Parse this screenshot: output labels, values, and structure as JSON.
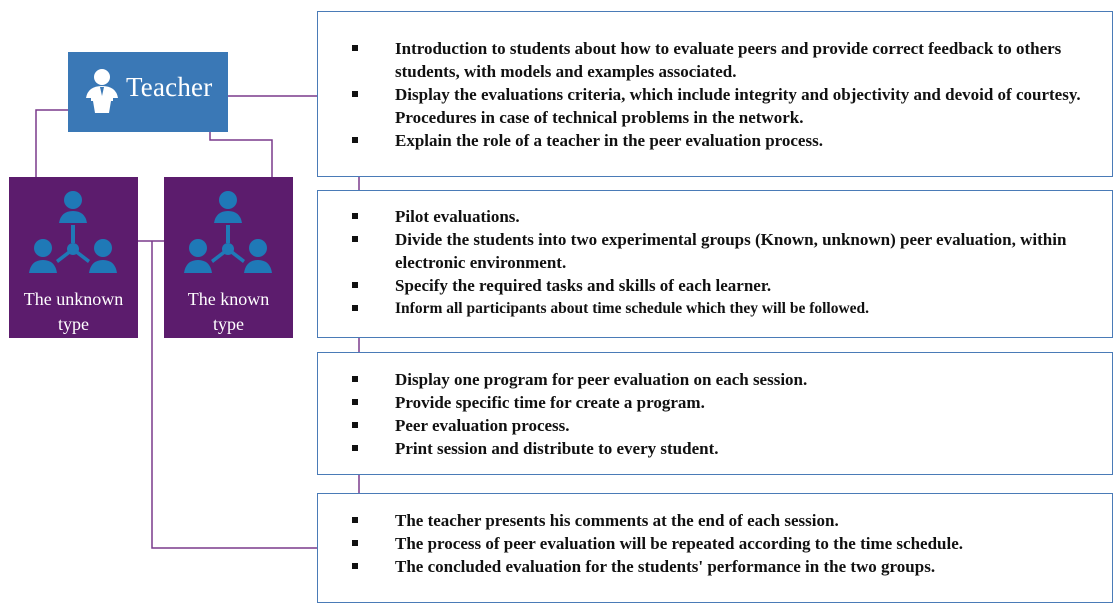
{
  "teacher": {
    "label": "Teacher",
    "icon": "teacher-at-podium-icon",
    "color": "#3a78b6"
  },
  "groups": [
    {
      "label": "The unknown\ntype",
      "icon": "student-group-icon",
      "color": "#5c1c6d"
    },
    {
      "label": "The known\ntype",
      "icon": "student-group-icon",
      "color": "#5c1c6d"
    }
  ],
  "steps": [
    {
      "items": [
        "Introduction to students about how to evaluate peers and provide correct feedback to others students, with models and examples associated.",
        "Display the evaluations criteria, which include integrity and objectivity and devoid of courtesy. Procedures in case of technical problems in the network.",
        "Explain the role of a teacher in the peer evaluation process."
      ]
    },
    {
      "items": [
        "Pilot evaluations.",
        "Divide the students into two experimental groups (Known, unknown) peer evaluation, within electronic environment.",
        "Specify the required tasks and skills of each learner.",
        "Inform all participants about time schedule which they will be followed."
      ]
    },
    {
      "items": [
        "Display one program for peer evaluation on each session.",
        "Provide specific time for create a program.",
        "Peer evaluation process.",
        "Print session and distribute to every student."
      ]
    },
    {
      "items": [
        "The teacher presents his comments at the end of each session.",
        "The process of peer evaluation will be repeated according to the time schedule.",
        "The concluded evaluation for the students' performance in the two groups."
      ]
    }
  ],
  "colors": {
    "connector": "#7a3a8c",
    "step_border": "#4a7bb7"
  }
}
